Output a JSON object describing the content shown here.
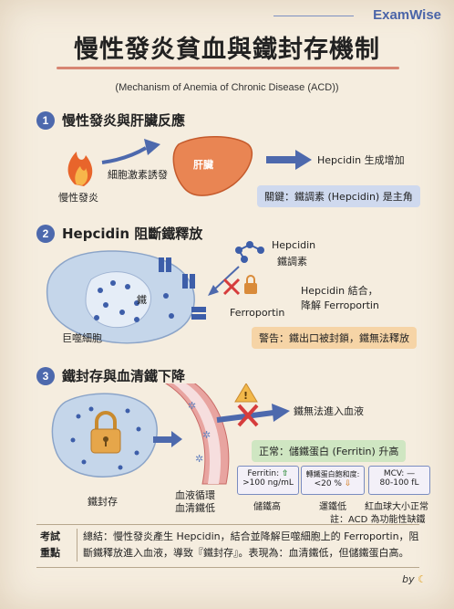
{
  "brand": "ExamWise",
  "title": "慢性發炎貧血與鐵封存機制",
  "subtitle": "(Mechanism of Anemia of Chronic Disease (ACD))",
  "section1": {
    "number": "1",
    "title": "慢性發炎與肝臟反應",
    "inflammation_label": "慢性發炎",
    "cytokine_label": "細胞激素誘發",
    "liver_label": "肝臟",
    "result_label": "Hepcidin 生成增加",
    "key_note": "關鍵：鐵調素 (Hepcidin) 是主角"
  },
  "section2": {
    "number": "2",
    "title": "Hepcidin 阻斷鐵釋放",
    "iron_label": "鐵",
    "macrophage_label": "巨噬細胞",
    "hepcidin_label_1": "Hepcidin",
    "hepcidin_label_2": "鐵調素",
    "ferroportin_label": "Ferroportin",
    "binding_label_1": "Hepcidin 結合，",
    "binding_label_2": "降解 Ferroportin",
    "warning": "警告：鐵出口被封鎖，鐵無法釋放"
  },
  "section3": {
    "number": "3",
    "title": "鐵封存與血清鐵下降",
    "sequestration_label": "鐵封存",
    "blood_label_1": "血液循環",
    "blood_label_2": "血清鐵低",
    "cannot_enter": "鐵無法進入血液",
    "normal_note": "正常：儲鐵蛋白 (Ferritin) 升高",
    "labs": [
      {
        "line1": "Ferritin:",
        "arrow": "⇧",
        "line2": ">100 ng/mL",
        "caption": "儲鐵高"
      },
      {
        "line1": "轉鐵蛋白飽和度:",
        "arrow": "⇩",
        "line2": "<20 %",
        "caption": "運鐵低"
      },
      {
        "line1": "MCV: —",
        "arrow": "",
        "line2": "80-100 fL",
        "caption": "紅血球大小正常"
      }
    ],
    "footnote": "註：ACD 為功能性缺鐵"
  },
  "footer": {
    "key_line1": "考試",
    "key_line2": "重點",
    "summary": "總結：慢性發炎產生 Hepcidin，結合並降解巨噬細胞上的 Ferroportin，阻斷鐵釋放進入血液，導致『鐵封存』。表現為：血清鐵低，但儲鐵蛋白高。"
  },
  "signature": "by",
  "colors": {
    "accent_blue": "#4d69ad",
    "warning_orange": "#f6d4a6",
    "note_green": "#cfe6c2",
    "note_blue": "#cfd9ee",
    "block_red": "#d63c3c"
  }
}
